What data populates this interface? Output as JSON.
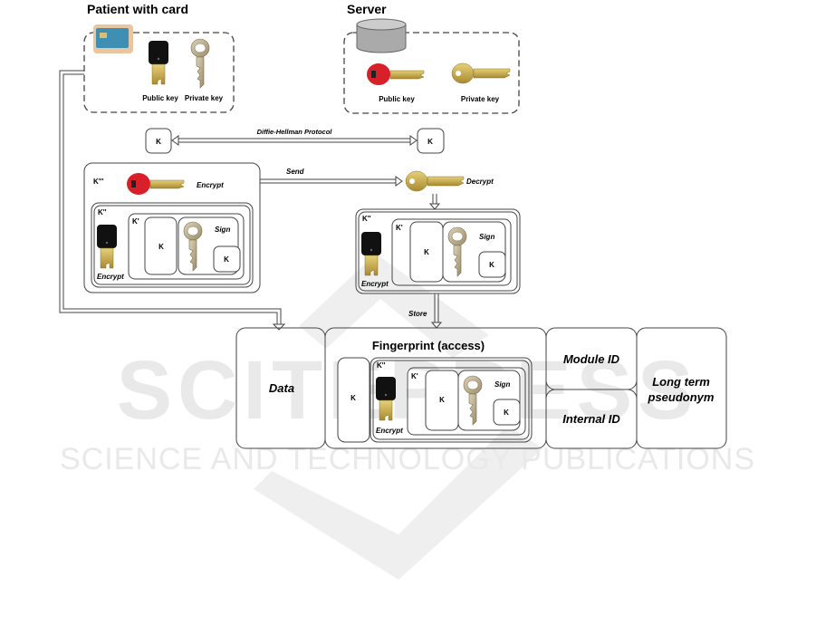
{
  "patient": {
    "title": "Patient with card",
    "public_key": "Public key",
    "private_key": "Private key"
  },
  "server": {
    "title": "Server",
    "public_key": "Public key",
    "private_key": "Private key"
  },
  "exchange": {
    "left_key": "K",
    "right_key": "K",
    "protocol": "Diffie-Hellman Protocol"
  },
  "sender_package": {
    "outer_label": "K'''",
    "outer_action": "Encrypt",
    "middle_label": "K''",
    "middle_action": "Encrypt",
    "inner_label": "K'",
    "data_key": "K",
    "sign_label": "Sign",
    "signed_key": "K"
  },
  "send_label": "Send",
  "decrypt_label": "Decrypt",
  "received_package": {
    "middle_label": "K''",
    "middle_action": "Encrypt",
    "inner_label": "K'",
    "data_key": "K",
    "sign_label": "Sign",
    "signed_key": "K"
  },
  "store_label": "Store",
  "record": {
    "data": "Data",
    "fingerprint": "Fingerprint (access)",
    "fp_key": "K",
    "fp_middle_label": "K''",
    "fp_middle_action": "Encrypt",
    "fp_inner_label": "K'",
    "fp_data_key": "K",
    "fp_sign_label": "Sign",
    "fp_signed_key": "K",
    "module_id": "Module ID",
    "internal_id": "Internal ID",
    "pseudonym_line1": "Long term",
    "pseudonym_line2": "pseudonym"
  },
  "watermark": {
    "big": "SCITEPRESS",
    "small": "SCIENCE AND TECHNOLOGY PUBLICATIONS"
  },
  "colors": {
    "red_key": "#d8202a",
    "gold_key": "#cdb55a",
    "silver_key": "#b5a88a",
    "black_key": "#111111",
    "watermark": "#e8e8e8"
  }
}
